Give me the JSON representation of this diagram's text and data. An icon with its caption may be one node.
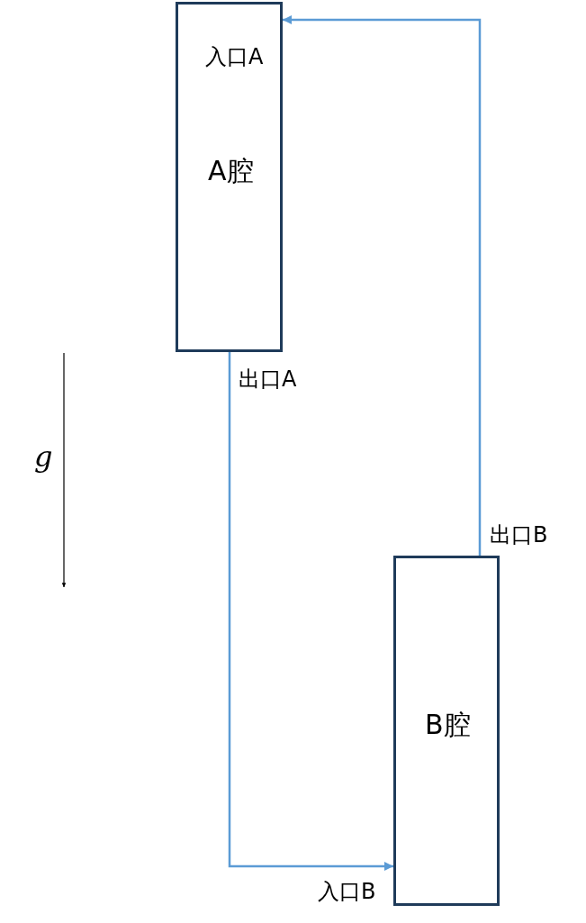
{
  "diagram": {
    "nodes": [
      {
        "text": [
          "入口A",
          "A腔"
        ],
        "beside": [
          "出口A"
        ]
      },
      {
        "text": [
          "B腔"
        ],
        "beside": [
          "出口B",
          "入口B"
        ]
      }
    ],
    "edges": [
      {
        "from": 0,
        "to": 1,
        "arrow": "to"
      },
      {
        "from": 1,
        "to": 0,
        "arrow": "to"
      }
    ],
    "labels": [
      "g"
    ]
  }
}
